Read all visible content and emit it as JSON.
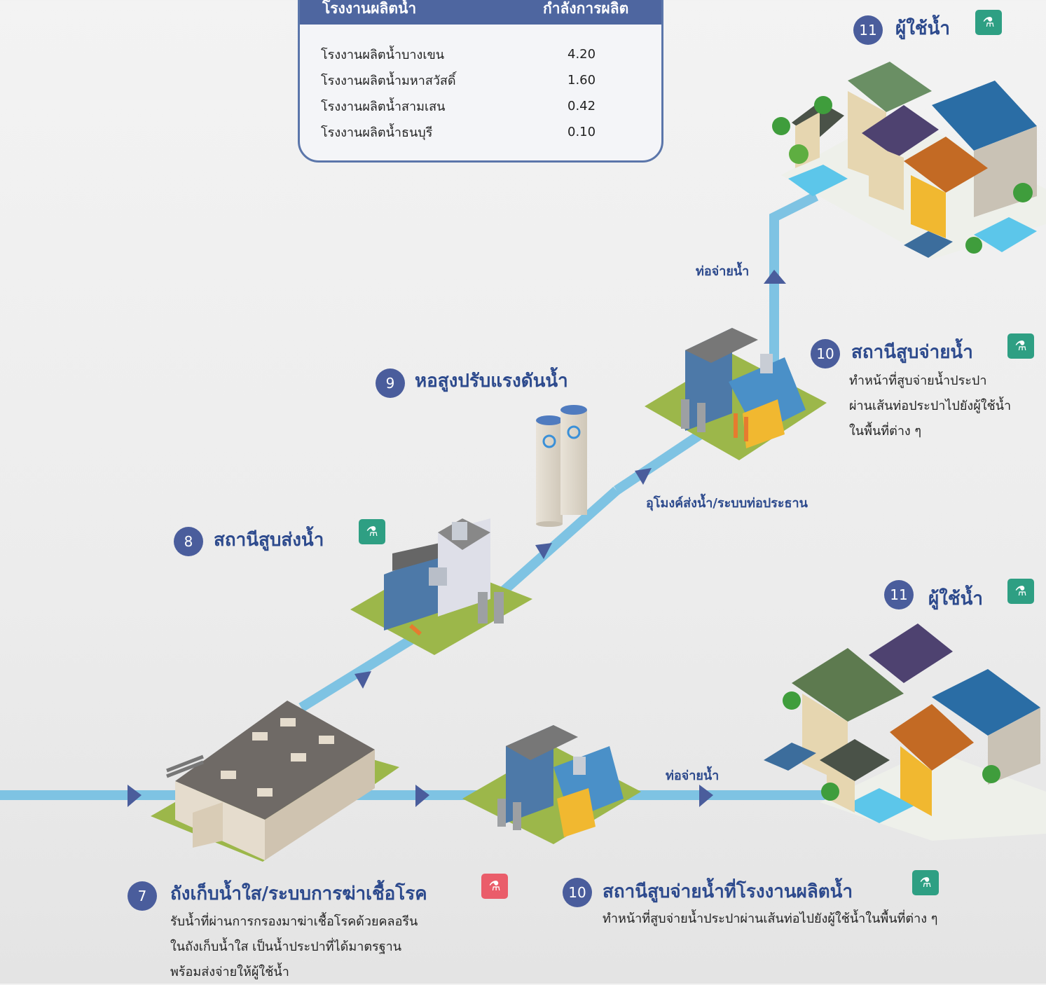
{
  "capacity_table": {
    "header_plant": "โรงงานผลิตน้ำ",
    "header_capacity": "กำลังการผลิต",
    "rows": [
      {
        "plant": "โรงงานผลิตน้ำบางเขน",
        "capacity": "4.20"
      },
      {
        "plant": "โรงงานผลิตน้ำมหาสวัสดิ์",
        "capacity": "1.60"
      },
      {
        "plant": "โรงงานผลิตน้ำสามเสน",
        "capacity": "0.42"
      },
      {
        "plant": "โรงงานผลิตน้ำธนบุรี",
        "capacity": "0.10"
      }
    ]
  },
  "steps": {
    "s7": {
      "num": "7",
      "title": "ถังเก็บน้ำใส/ระบบการฆ่าเชื้อโรค",
      "desc1": "รับน้ำที่ผ่านการกรองมาฆ่าเชื้อโรคด้วยคลอรีน",
      "desc2": "ในถังเก็บน้ำใส เป็นน้ำประปาที่ได้มาตรฐาน",
      "desc3": "พร้อมส่งจ่ายให้ผู้ใช้น้ำ"
    },
    "s8": {
      "num": "8",
      "title": "สถานีสูบส่งน้ำ"
    },
    "s9": {
      "num": "9",
      "title": "หอสูงปรับแรงดันน้ำ"
    },
    "s10_top": {
      "num": "10",
      "title": "สถานีสูบจ่ายน้ำ",
      "desc1": "ทำหน้าที่สูบจ่ายน้ำประปา",
      "desc2": "ผ่านเส้นท่อประปาไปยังผู้ใช้น้ำ",
      "desc3": "ในพื้นที่ต่าง ๆ"
    },
    "s10_bottom": {
      "num": "10",
      "title": "สถานีสูบจ่ายน้ำที่โรงงานผลิตน้ำ",
      "desc1": "ทำหน้าที่สูบจ่ายน้ำประปาผ่านเส้นท่อไปยังผู้ใช้น้ำในพื้นที่ต่าง ๆ"
    },
    "s11_top": {
      "num": "11",
      "title": "ผู้ใช้น้ำ"
    },
    "s11_bottom": {
      "num": "11",
      "title": "ผู้ใช้น้ำ"
    }
  },
  "pipes": {
    "distribution_top": "ท่อจ่ายน้ำ",
    "tunnel": "อุโมงค์ส่งน้ำ/ระบบท่อประธาน",
    "distribution_bottom": "ท่อจ่ายน้ำ"
  },
  "badges": {
    "lab_icon": "lab-test-icon",
    "lab_color": "#2e9f83",
    "lab_red_color": "#ea5d6a"
  },
  "colors": {
    "pipe": "#7ec3e3",
    "arrow": "#4a5d9c",
    "title": "#2d4a8d",
    "grass": "#9cb74a"
  }
}
